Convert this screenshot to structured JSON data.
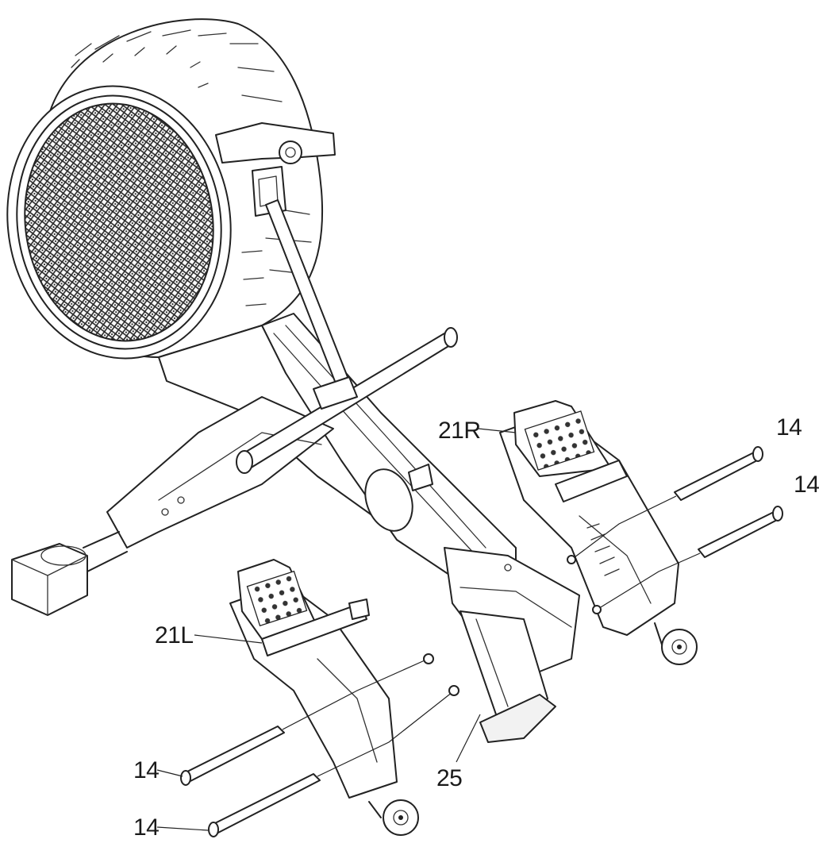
{
  "callouts": {
    "part_21r": "21R",
    "part_21l": "21L",
    "part_25": "25",
    "part_14_a": "14",
    "part_14_b": "14",
    "part_14_c": "14",
    "part_14_d": "14"
  },
  "colors": {
    "line": "#222222",
    "paper": "#ffffff"
  }
}
